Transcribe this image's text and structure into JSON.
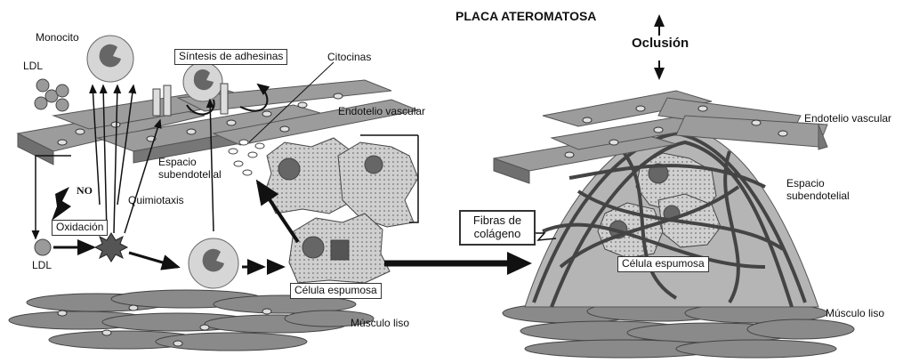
{
  "left": {
    "monocito": "Monocito",
    "ldl_top": "LDL",
    "sintesis": "Síntesis de adhesinas",
    "citocinas": "Citocinas",
    "endotelio": "Endotelio vascular",
    "espacio": "Espacio subendotelial",
    "no": "NO",
    "oxidacion": "Oxidación",
    "quimiotaxis": "Quimiotaxis",
    "ldl_bottom": "LDL",
    "celula": "Célula espumosa",
    "musculo": "Músculo liso"
  },
  "right": {
    "placa": "PLACA ATEROMATOSA",
    "oclusion": "Oclusión",
    "endotelio": "Endotelio vascular",
    "espacio": "Espacio subendotelial",
    "fibras": "Fibras de colágeno",
    "celula": "Célula espumosa",
    "musculo": "Músculo liso"
  },
  "colors": {
    "ink": "#111111",
    "tissue": "#9a9a9a",
    "tissue_dark": "#6f6f6f",
    "cell": "#c8c8c8",
    "fiber": "#444444"
  }
}
